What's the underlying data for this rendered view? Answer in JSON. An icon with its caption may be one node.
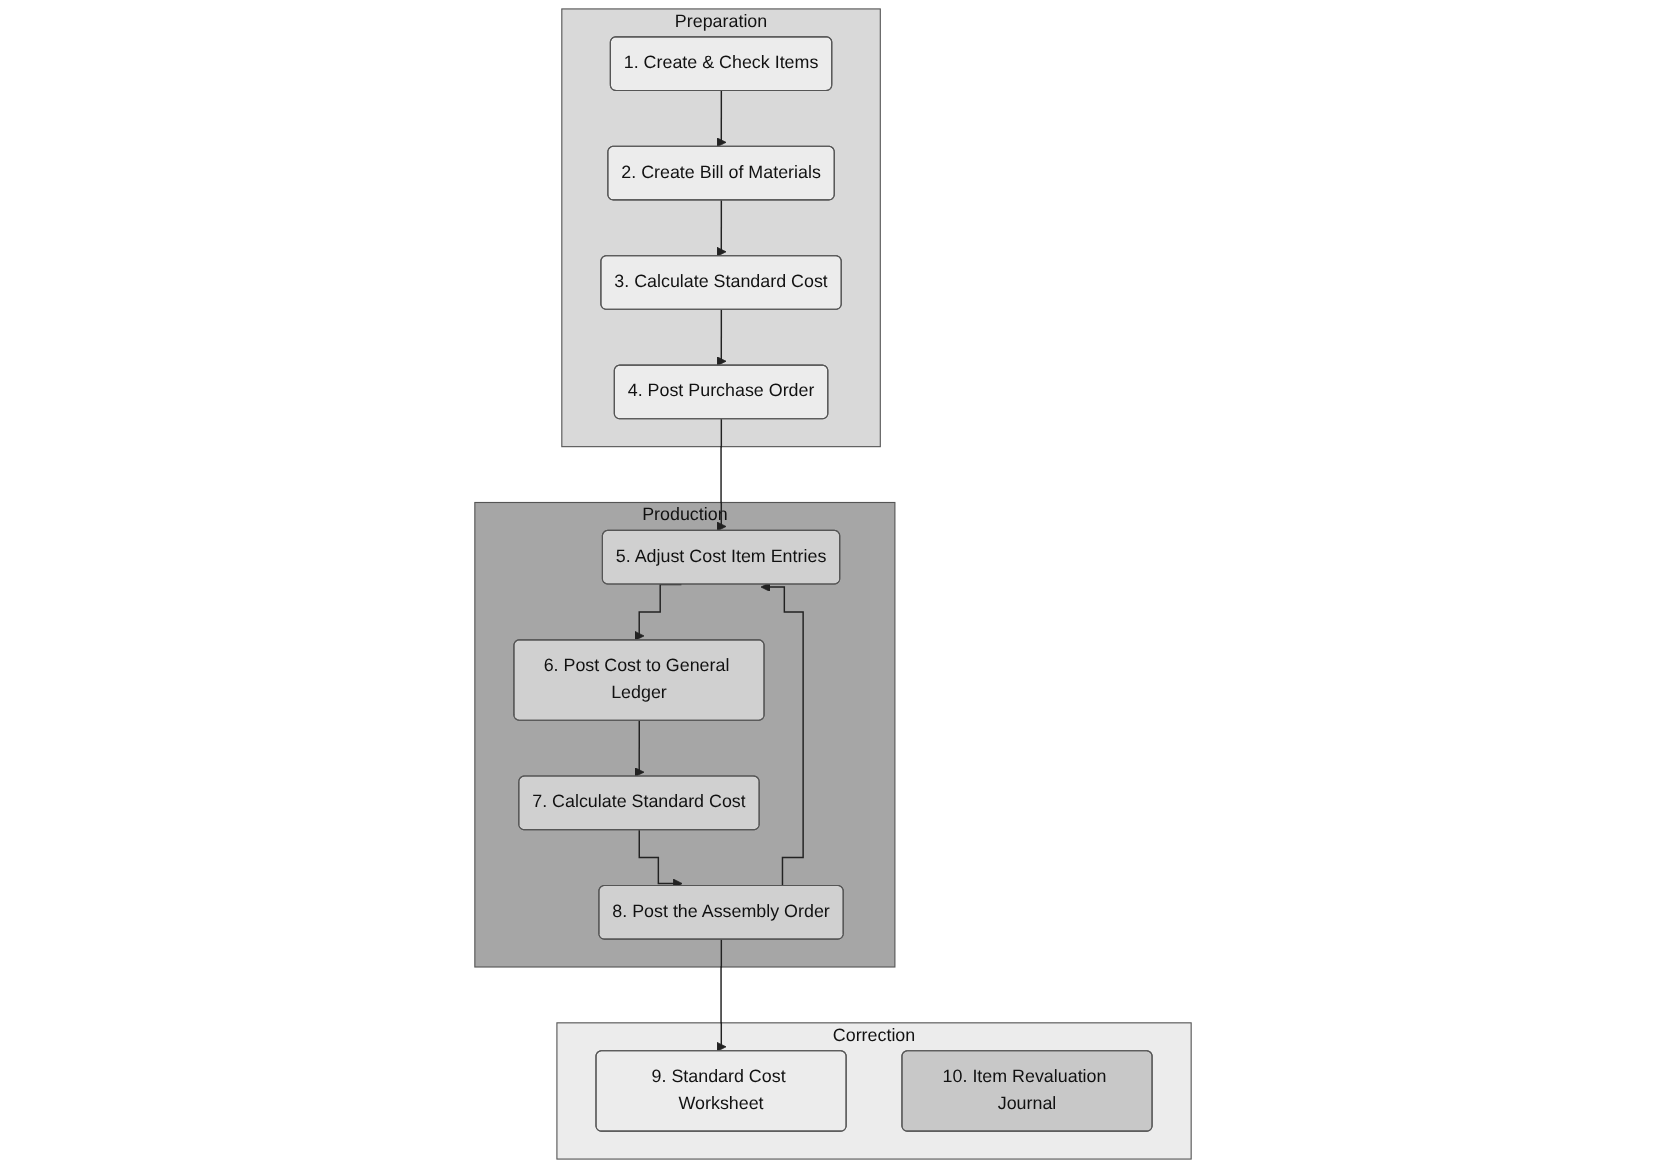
{
  "diagram": {
    "nodes": [
      {
        "text": [
          "Preparation"
        ]
      },
      {
        "text": [
          "1. Create & Check Items"
        ],
        "in": 0
      },
      {
        "text": [
          "2. Create Bill of Materials"
        ],
        "in": 0
      },
      {
        "text": [
          "3. Calculate Standard Cost"
        ],
        "in": 0
      },
      {
        "text": [
          "4. Post Purchase Order"
        ],
        "in": 0
      },
      {
        "text": [
          "Production"
        ]
      },
      {
        "text": [
          "5. Adjust Cost Item Entries"
        ],
        "in": 5
      },
      {
        "text": [
          "6. Post Cost to General Ledger"
        ],
        "in": 5
      },
      {
        "text": [
          "7. Calculate Standard Cost"
        ],
        "in": 5
      },
      {
        "text": [
          "8. Post the Assembly Order"
        ],
        "in": 5
      },
      {
        "text": [
          "Correction"
        ]
      },
      {
        "text": [
          "9. Standard Cost Worksheet"
        ],
        "in": 10
      },
      {
        "text": [
          "10. Item Revaluation Journal"
        ],
        "in": 10
      }
    ],
    "edges": [
      {
        "from": 1,
        "to": 2,
        "arrow": "to"
      },
      {
        "from": 2,
        "to": 3,
        "arrow": "to"
      },
      {
        "from": 3,
        "to": 4,
        "arrow": "to"
      },
      {
        "from": 4,
        "to": 6,
        "arrow": "to"
      },
      {
        "from": 6,
        "to": 7,
        "arrow": "to"
      },
      {
        "from": 7,
        "to": 8,
        "arrow": "to"
      },
      {
        "from": 8,
        "to": 9,
        "arrow": "to"
      },
      {
        "from": 9,
        "to": 6,
        "arrow": "to"
      },
      {
        "from": 9,
        "to": 11,
        "arrow": "to"
      }
    ]
  }
}
